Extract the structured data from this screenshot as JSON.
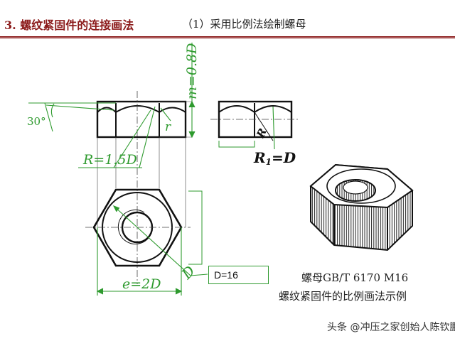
{
  "header": {
    "section_title": "3. 螺纹紧固件的连接画法",
    "subtitle": "（1）采用比例法绘制螺母"
  },
  "dimensions": {
    "m": "m=0.8D",
    "angle": "30°",
    "r": "r",
    "R": "R=1.5D",
    "R_small": "R",
    "R1_main": "R",
    "R1_sub": "1",
    "R1_rest": "=D",
    "e": "e=2D",
    "D": "D"
  },
  "dbox": "D=16",
  "caption": {
    "line1": "螺母GB/T  6170   M16",
    "line2": "螺纹紧固件的比例画法示例"
  },
  "watermark": "头条 @冲压之家创始人陈钦鹏",
  "colors": {
    "dimension": "#2e9a2e",
    "title": "#8b1a1a",
    "outline": "#111111"
  }
}
